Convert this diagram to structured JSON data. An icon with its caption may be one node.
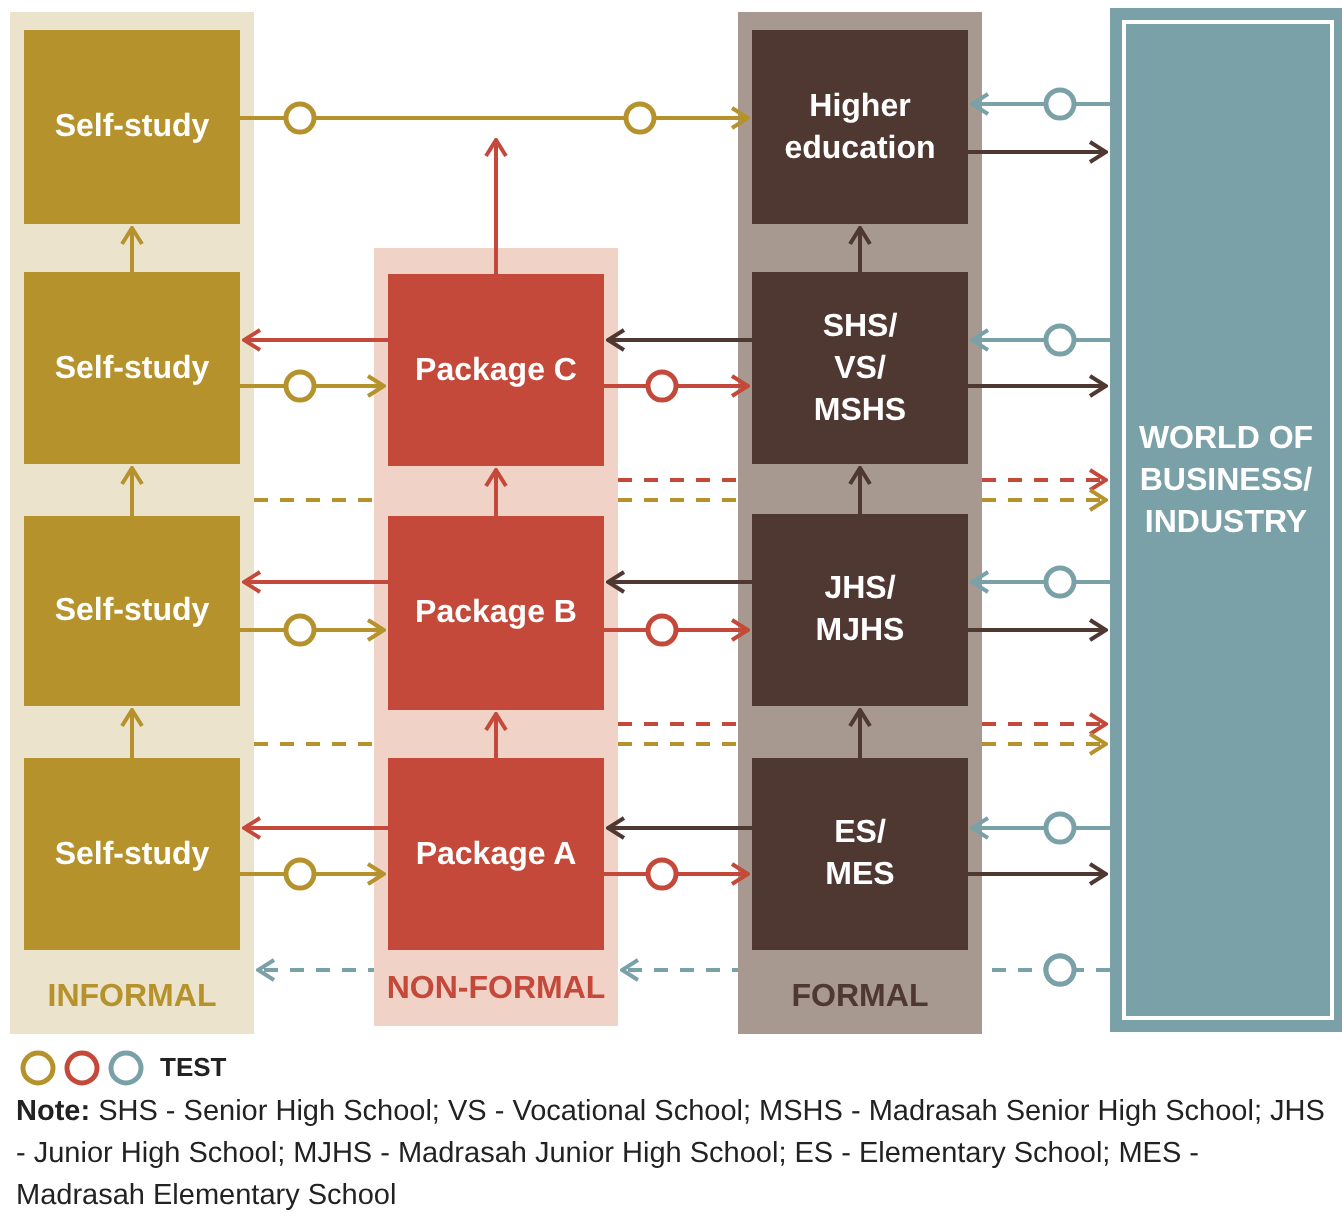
{
  "diagram": {
    "nodes": [
      {
        "text": [
          "INFORMAL"
        ]
      },
      {
        "text": [
          "Self-study"
        ],
        "in": 0
      },
      {
        "text": [
          "Self-study"
        ],
        "in": 0
      },
      {
        "text": [
          "Self-study"
        ],
        "in": 0
      },
      {
        "text": [
          "Self-study"
        ],
        "in": 0
      },
      {
        "text": [
          "NON-FORMAL"
        ]
      },
      {
        "text": [
          "Package C"
        ],
        "in": 5
      },
      {
        "text": [
          "Package B"
        ],
        "in": 5
      },
      {
        "text": [
          "Package A"
        ],
        "in": 5
      },
      {
        "text": [
          "FORMAL"
        ]
      },
      {
        "text": [
          "Higher education"
        ],
        "in": 9
      },
      {
        "text": [
          "SHS/ VS/ MSHS"
        ],
        "in": 9
      },
      {
        "text": [
          "JHS/ MJHS"
        ],
        "in": 9
      },
      {
        "text": [
          "ES/ MES"
        ],
        "in": 9
      },
      {
        "text": [
          "WORLD OF BUSINESS/ INDUSTRY"
        ]
      }
    ],
    "edges": [
      {
        "from": 4,
        "to": 3,
        "arrow": "to",
        "color": "#b5922c"
      },
      {
        "from": 3,
        "to": 2,
        "arrow": "to",
        "color": "#b5922c"
      },
      {
        "from": 2,
        "to": 1,
        "arrow": "to",
        "color": "#b5922c"
      },
      {
        "from": 1,
        "to": 10,
        "arrow": "to",
        "color": "#b5922c"
      },
      {
        "from": 2,
        "to": 6,
        "arrow": "to",
        "color": "#b5922c"
      },
      {
        "from": 3,
        "to": 7,
        "arrow": "to",
        "color": "#b5922c"
      },
      {
        "from": 4,
        "to": 8,
        "arrow": "to",
        "color": "#b5922c"
      },
      {
        "from": 6,
        "to": 2,
        "arrow": "to",
        "color": "#c5493a"
      },
      {
        "from": 7,
        "to": 3,
        "arrow": "to",
        "color": "#c5493a"
      },
      {
        "from": 8,
        "to": 4,
        "arrow": "to",
        "color": "#c5493a"
      },
      {
        "from": 8,
        "to": 7,
        "arrow": "to",
        "color": "#c5493a"
      },
      {
        "from": 7,
        "to": 6,
        "arrow": "to",
        "color": "#c5493a"
      },
      {
        "from": 6,
        "to": null,
        "arrow": "to",
        "color": "#c5493a"
      },
      {
        "from": 6,
        "to": 11,
        "arrow": "to",
        "color": "#c5493a"
      },
      {
        "from": 7,
        "to": 12,
        "arrow": "to",
        "color": "#c5493a"
      },
      {
        "from": 8,
        "to": 13,
        "arrow": "to",
        "color": "#c5493a"
      },
      {
        "from": 11,
        "to": 6,
        "arrow": "to",
        "color": "#4e3831"
      },
      {
        "from": 12,
        "to": 7,
        "arrow": "to",
        "color": "#4e3831"
      },
      {
        "from": 13,
        "to": 8,
        "arrow": "to",
        "color": "#4e3831"
      },
      {
        "from": 13,
        "to": 12,
        "arrow": "to",
        "color": "#4e3831"
      },
      {
        "from": 12,
        "to": 11,
        "arrow": "to",
        "color": "#4e3831"
      },
      {
        "from": 11,
        "to": 10,
        "arrow": "to",
        "color": "#4e3831"
      },
      {
        "from": 10,
        "to": 14,
        "arrow": "to",
        "color": "#4e3831"
      },
      {
        "from": 11,
        "to": 14,
        "arrow": "to",
        "color": "#4e3831"
      },
      {
        "from": 12,
        "to": 14,
        "arrow": "to",
        "color": "#4e3831"
      },
      {
        "from": 13,
        "to": 14,
        "arrow": "to",
        "color": "#4e3831"
      },
      {
        "from": 14,
        "to": 10,
        "arrow": "to",
        "color": "#7aa1a8"
      },
      {
        "from": 14,
        "to": 11,
        "arrow": "to",
        "color": "#7aa1a8"
      },
      {
        "from": 14,
        "to": 12,
        "arrow": "to",
        "color": "#7aa1a8"
      },
      {
        "from": 14,
        "to": 13,
        "arrow": "to",
        "color": "#7aa1a8"
      },
      {
        "from": 5,
        "to": 14,
        "arrow": "to",
        "style": "dashed",
        "color": "#c5493a"
      },
      {
        "from": 5,
        "to": 14,
        "arrow": "to",
        "style": "dashed",
        "color": "#c5493a"
      },
      {
        "from": 0,
        "to": 14,
        "arrow": "to",
        "style": "dashed",
        "color": "#b5922c"
      },
      {
        "from": 0,
        "to": 14,
        "arrow": "to",
        "style": "dashed",
        "color": "#b5922c"
      },
      {
        "from": 14,
        "to": 5,
        "arrow": "to",
        "style": "dashed",
        "color": "#7aa1a8"
      },
      {
        "from": 14,
        "to": 0,
        "arrow": "to",
        "style": "dashed",
        "color": "#7aa1a8"
      }
    ],
    "labels": [
      "**Note:** SHS - Senior High School; VS - Vocational School; MSHS - Madrasah Senior High School; JHS - Junior High School; MJHS - Madrasah Junior High School; ES - Elementary School; MES - Madrasah Elementary School"
    ],
    "legend": [
      {
        "text": "TEST"
      }
    ]
  }
}
